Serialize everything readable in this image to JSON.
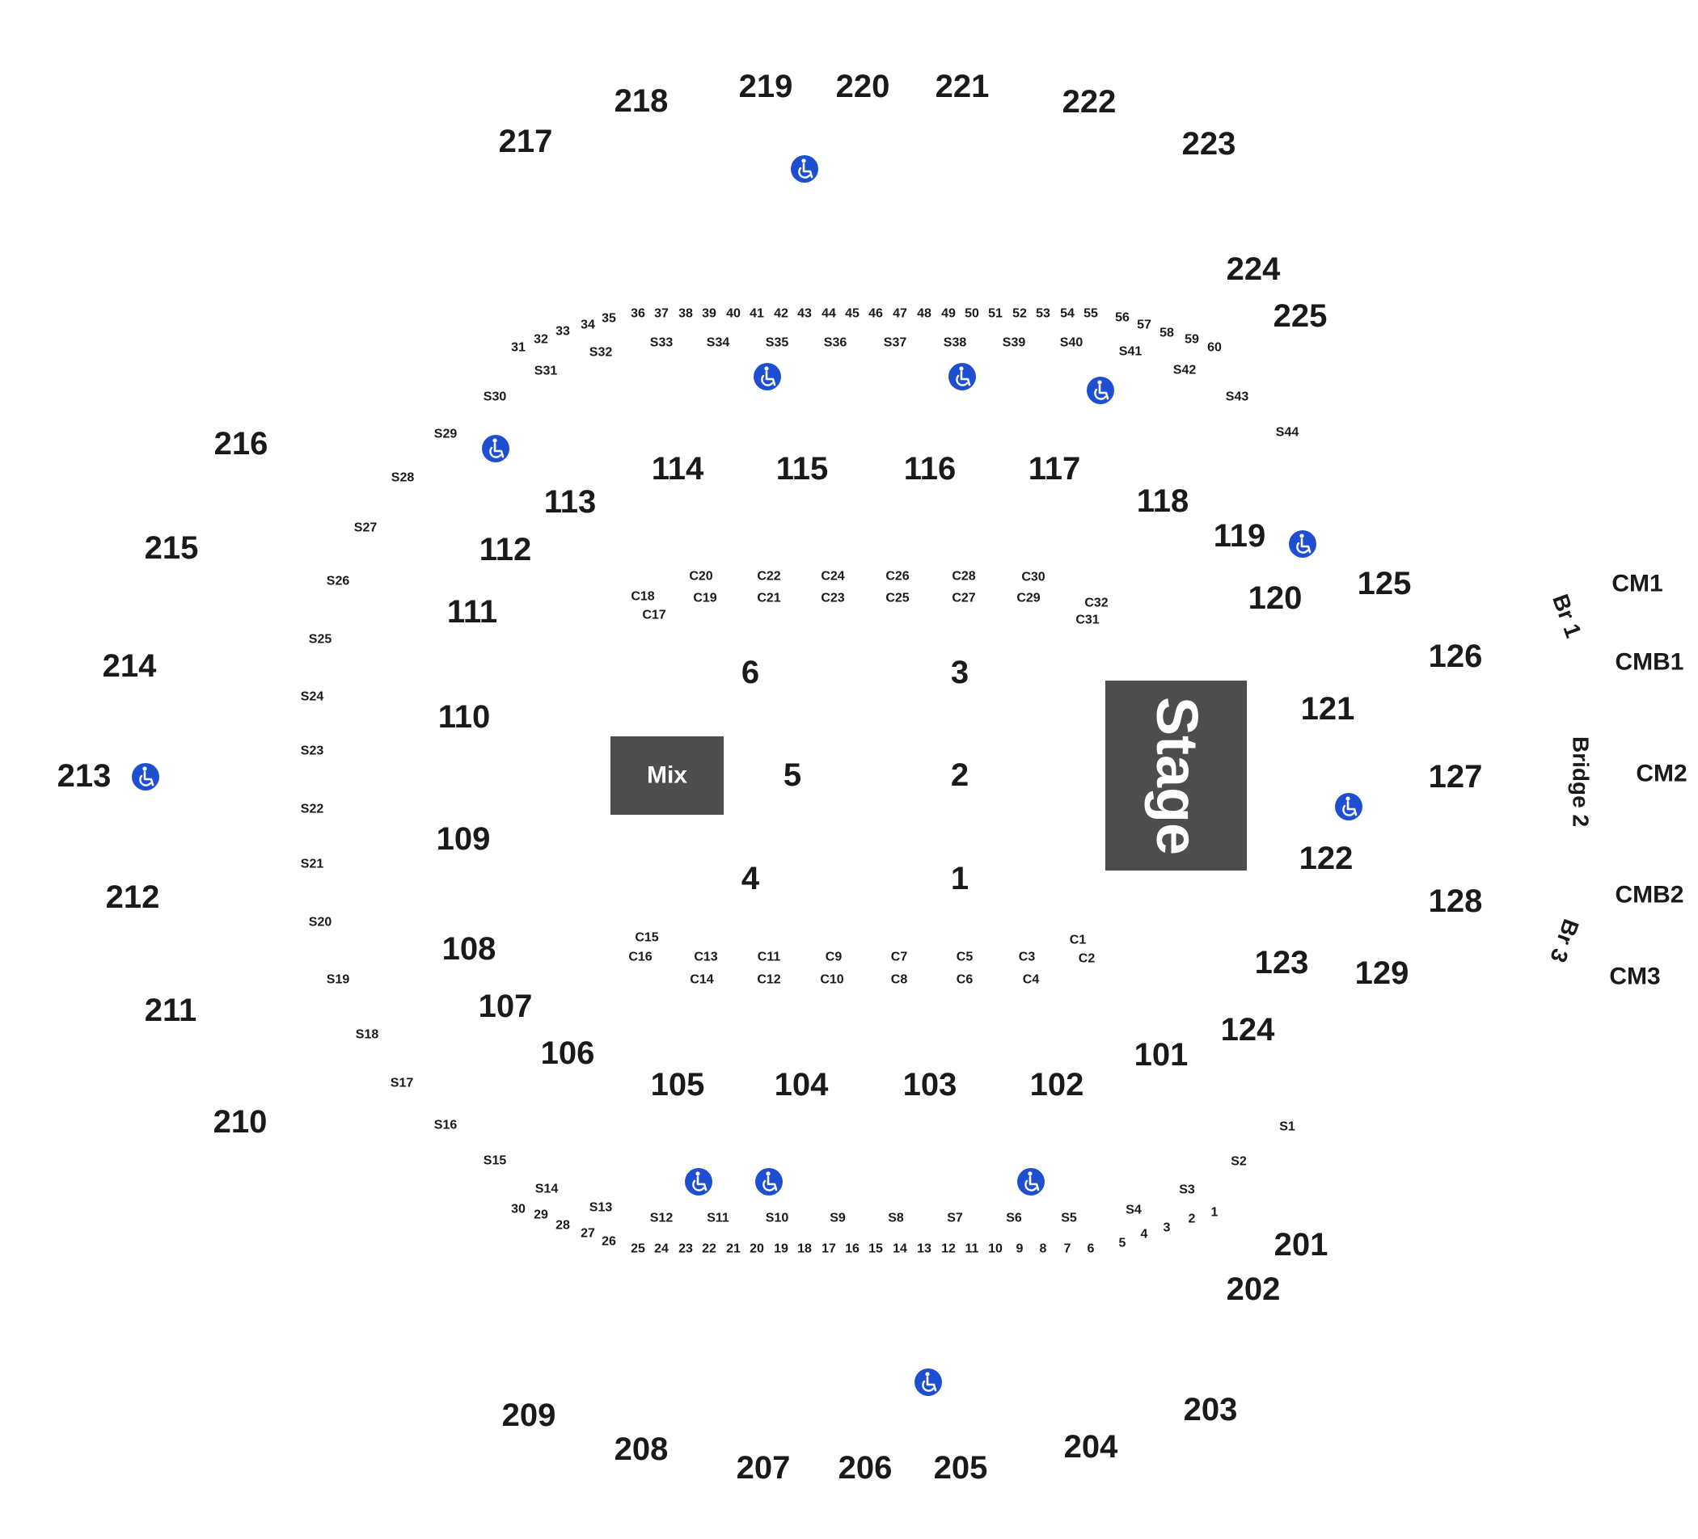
{
  "colors": {
    "stage_fill": "#4d4d4d",
    "mix_fill": "#4d4d4d",
    "accessible_fill": "#1f4fd1",
    "text": "#1a1a1a"
  },
  "icons": {
    "accessible": "wheelchair-icon"
  },
  "stage": {
    "label": "Stage"
  },
  "mix": {
    "label": "Mix"
  },
  "floor": [
    "1",
    "2",
    "3",
    "4",
    "5",
    "6"
  ],
  "lower": [
    "101",
    "102",
    "103",
    "104",
    "105",
    "106",
    "107",
    "108",
    "109",
    "110",
    "111",
    "112",
    "113",
    "114",
    "115",
    "116",
    "117",
    "118",
    "119",
    "120",
    "121",
    "122",
    "123",
    "124",
    "125",
    "126",
    "127",
    "128",
    "129"
  ],
  "upper": [
    "201",
    "202",
    "203",
    "204",
    "205",
    "206",
    "207",
    "208",
    "209",
    "210",
    "211",
    "212",
    "213",
    "214",
    "215",
    "216",
    "217",
    "218",
    "219",
    "220",
    "221",
    "222",
    "223",
    "224",
    "225"
  ],
  "bridges": {
    "cm": [
      "CM1",
      "CMB1",
      "CM2",
      "CMB2",
      "CM3"
    ],
    "br1": "Br 1",
    "bridge2": "Bridge 2",
    "br3": "Br 3"
  },
  "club": [
    "C1",
    "C2",
    "C3",
    "C4",
    "C5",
    "C6",
    "C7",
    "C8",
    "C9",
    "C10",
    "C11",
    "C12",
    "C13",
    "C14",
    "C15",
    "C16",
    "C17",
    "C18",
    "C19",
    "C20",
    "C21",
    "C22",
    "C23",
    "C24",
    "C25",
    "C26",
    "C27",
    "C28",
    "C29",
    "C30",
    "C31",
    "C32"
  ],
  "suites": [
    "S1",
    "S2",
    "S3",
    "S4",
    "S5",
    "S6",
    "S7",
    "S8",
    "S9",
    "S10",
    "S11",
    "S12",
    "S13",
    "S14",
    "S15",
    "S16",
    "S17",
    "S18",
    "S19",
    "S20",
    "S21",
    "S22",
    "S23",
    "S24",
    "S25",
    "S26",
    "S27",
    "S28",
    "S29",
    "S30",
    "S31",
    "S32",
    "S33",
    "S34",
    "S35",
    "S36",
    "S37",
    "S38",
    "S39",
    "S40",
    "S41",
    "S42",
    "S43",
    "S44"
  ],
  "boxes": [
    "1",
    "2",
    "3",
    "4",
    "5",
    "6",
    "7",
    "8",
    "9",
    "10",
    "11",
    "12",
    "13",
    "14",
    "15",
    "16",
    "17",
    "18",
    "19",
    "20",
    "21",
    "22",
    "23",
    "24",
    "25",
    "26",
    "27",
    "28",
    "29",
    "30",
    "31",
    "32",
    "33",
    "34",
    "35",
    "36",
    "37",
    "38",
    "39",
    "40",
    "41",
    "42",
    "43",
    "44",
    "45",
    "46",
    "47",
    "48",
    "49",
    "50",
    "51",
    "52",
    "53",
    "54",
    "55",
    "56",
    "57",
    "58",
    "59",
    "60"
  ]
}
